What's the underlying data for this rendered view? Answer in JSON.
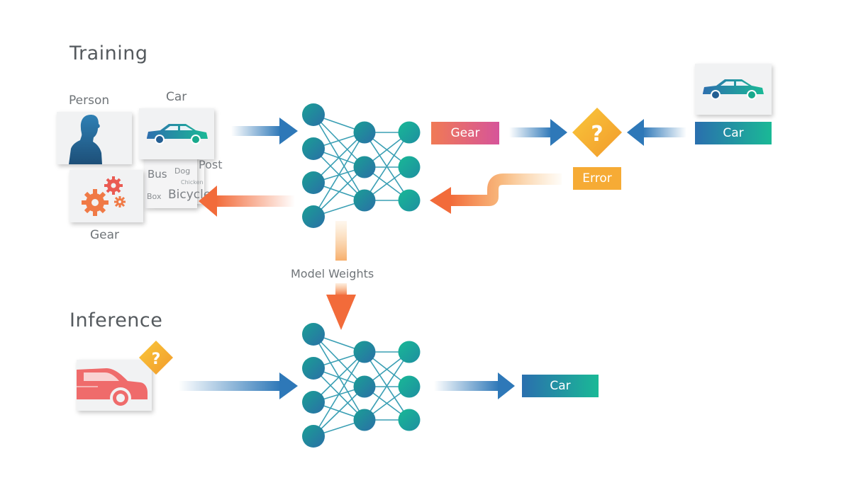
{
  "sections": {
    "training": "Training",
    "inference": "Inference"
  },
  "training": {
    "inputs": {
      "person": "Person",
      "car": "Car",
      "gear": "Gear",
      "stack_words": [
        "Bus",
        "Dog",
        "Post",
        "Chicken",
        "Box",
        "Bicycle"
      ]
    },
    "prediction": "Gear",
    "error": "Error",
    "ground_truth": "Car"
  },
  "weights_label": "Model Weights",
  "inference": {
    "output": "Car"
  },
  "colors": {
    "blue": "#2e6fae",
    "teal": "#1ab996",
    "orange": "#f26b3a",
    "gold": "#f6b133",
    "pink": "#d6549a"
  }
}
